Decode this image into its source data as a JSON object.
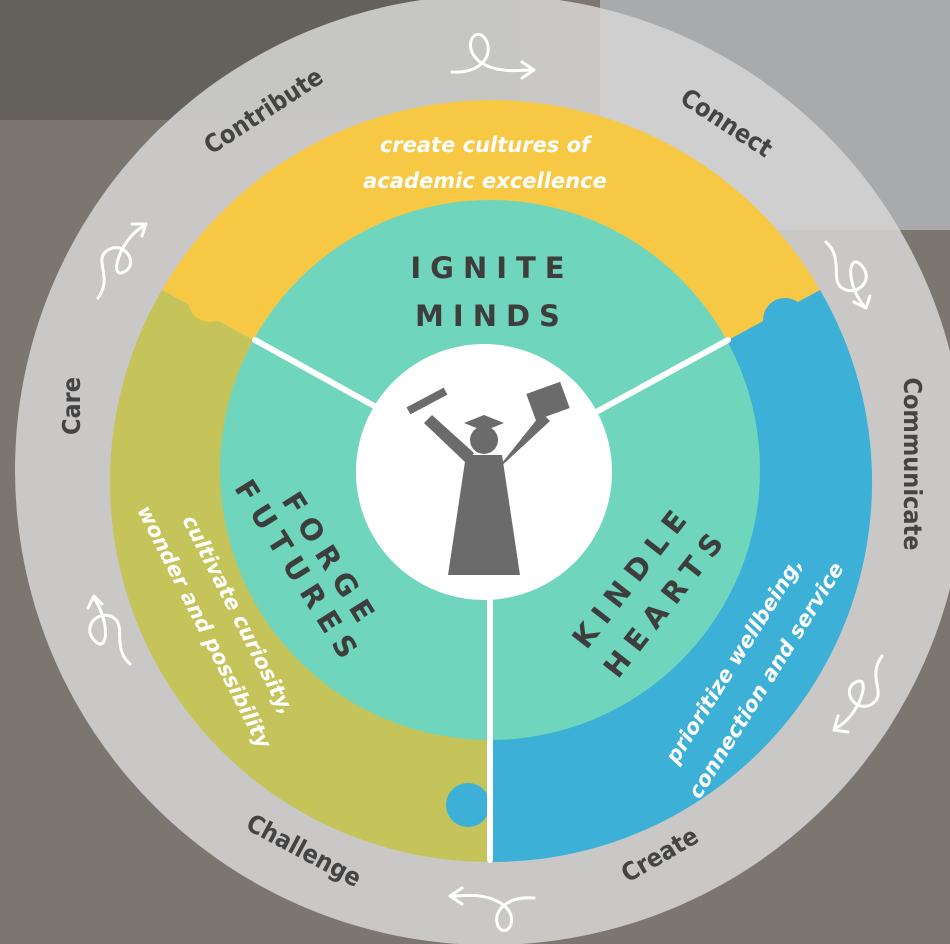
{
  "colors": {
    "ring": "#d4d4d4",
    "contribute_segment": "#f7c843",
    "communicate_segment": "#3db0d7",
    "care_segment": "#c5c45a",
    "center": "#6fd6bd",
    "hub": "#ffffff",
    "divider": "#ffffff",
    "figure": "#6b6b6b"
  },
  "outer_ring": {
    "contribute": "Contribute",
    "connect": "Connect",
    "communicate": "Communicate",
    "create": "Create",
    "challenge": "Challenge",
    "care": "Care"
  },
  "segments": {
    "top_line1": "create cultures of",
    "top_line2": "academic excellence",
    "right_line1": "prioritize wellbeing,",
    "right_line2": "connection and service",
    "left_line1": "cultivate curiosity,",
    "left_line2": "wonder and possibility"
  },
  "core": {
    "ignite": "IGNITE",
    "minds": "MINDS",
    "kindle": "KINDLE",
    "hearts": "HEARTS",
    "forge": "FORGE",
    "futures": "FUTURES"
  },
  "hub_icon": "graduate-icon",
  "loop_icons": [
    "loop-arrow-icon",
    "loop-arrow-icon",
    "loop-arrow-icon",
    "loop-arrow-icon",
    "loop-arrow-icon",
    "loop-arrow-icon"
  ]
}
